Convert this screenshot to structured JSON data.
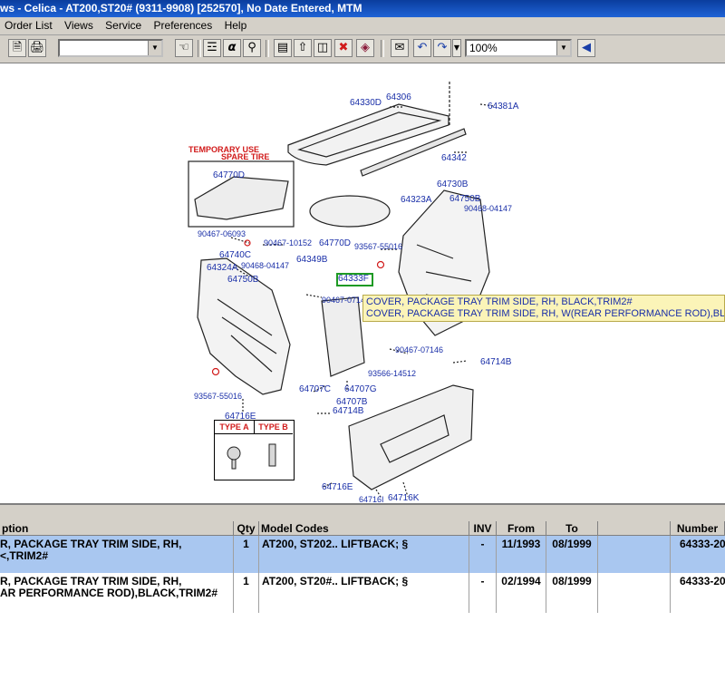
{
  "window": {
    "title": "ws - Celica - AT200,ST20# (9311-9908) [252570], No Date Entered, MTM"
  },
  "menu": [
    "Order List",
    "Views",
    "Service",
    "Preferences",
    "Help"
  ],
  "toolbar": {
    "combo_value": "",
    "zoom_value": "100%"
  },
  "diagram": {
    "temporary_use": "TEMPORARY USE",
    "spare_tire": "SPARE TIRE",
    "type_a": "TYPE A",
    "type_b": "TYPE B",
    "labels": {
      "l64330d": "64330D",
      "l64306": "64306",
      "l64381a": "64381A",
      "l64342": "64342",
      "l64770d_a": "64770D",
      "l64770d_b": "64770D",
      "l64730b": "64730B",
      "l64323a": "64323A",
      "l64750b_a": "64750B",
      "l90468_04147a": "90468-04147",
      "l90467_06093": "90467-06093",
      "l90467_10152": "90467-10152",
      "l93567_55016a": "93567-55016",
      "l64740c": "64740C",
      "l64349b": "64349B",
      "l64324a": "64324A",
      "l90468_04147b": "90468-04147",
      "l64750b_b": "64750B",
      "l64333f": "64333F",
      "l90467_0714": "90467-0714",
      "l90467_07146": "90467-07146",
      "l64714b_a": "64714B",
      "l93566_14512": "93566-14512",
      "l64707c": "64707C",
      "l64707g": "64707G",
      "l64707b": "64707B",
      "l64714b_b": "64714B",
      "l64716e_a": "64716E",
      "l93567_55016b": "93567-55016",
      "l64716e_b": "64716E",
      "l64716i": "64716I",
      "l64716k": "64716K"
    },
    "tooltip_lines": [
      "COVER, PACKAGE TRAY TRIM SIDE, RH, BLACK,TRIM2#",
      "COVER, PACKAGE TRAY TRIM SIDE, RH, W(REAR PERFORMANCE ROD),BLACK"
    ]
  },
  "grid": {
    "headers": [
      "ption",
      "Qty",
      "Model Codes",
      "INV",
      "From",
      "To",
      "",
      "Number"
    ],
    "rows": [
      {
        "desc": "R, PACKAGE TRAY TRIM SIDE, RH,\n<,TRIM2#",
        "qty": "1",
        "model": "AT200, ST202.. LIFTBACK; §",
        "inv": "-",
        "from": "11/1993",
        "to": "08/1999",
        "extra": "",
        "number": "64333-20"
      },
      {
        "desc": "R, PACKAGE TRAY TRIM SIDE, RH,\nAR PERFORMANCE ROD),BLACK,TRIM2#",
        "qty": "1",
        "model": "AT200, ST20#.. LIFTBACK; §",
        "inv": "-",
        "from": "02/1994",
        "to": "08/1999",
        "extra": "",
        "number": "64333-20"
      }
    ]
  }
}
